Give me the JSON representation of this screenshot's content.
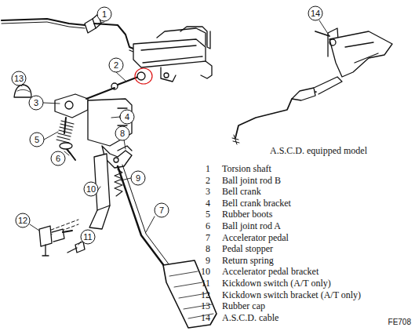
{
  "diagram": {
    "labels": [
      "1",
      "2",
      "3",
      "4",
      "5",
      "6",
      "7",
      "8",
      "9",
      "10",
      "11",
      "12",
      "13",
      "14",
      "A.S.C.D. equipped model",
      "1",
      "Torsion shaft",
      "2",
      "Ball joint rod B",
      "3",
      "Bell crank",
      "4",
      "Bell crank bracket",
      "5",
      "Rubber boots",
      "6",
      "Ball joint rod A",
      "7",
      "Accelerator pedal",
      "8",
      "Pedal stopper",
      "9",
      "Return spring",
      "10",
      "Accelerator pedal bracket",
      "11",
      "Kickdown switch (A/T only)",
      "12",
      "Kickdown switch bracket (A/T only)",
      "13",
      "Rubber cap",
      "14",
      "A.S.C.D. cable",
      "FE708"
    ]
  }
}
